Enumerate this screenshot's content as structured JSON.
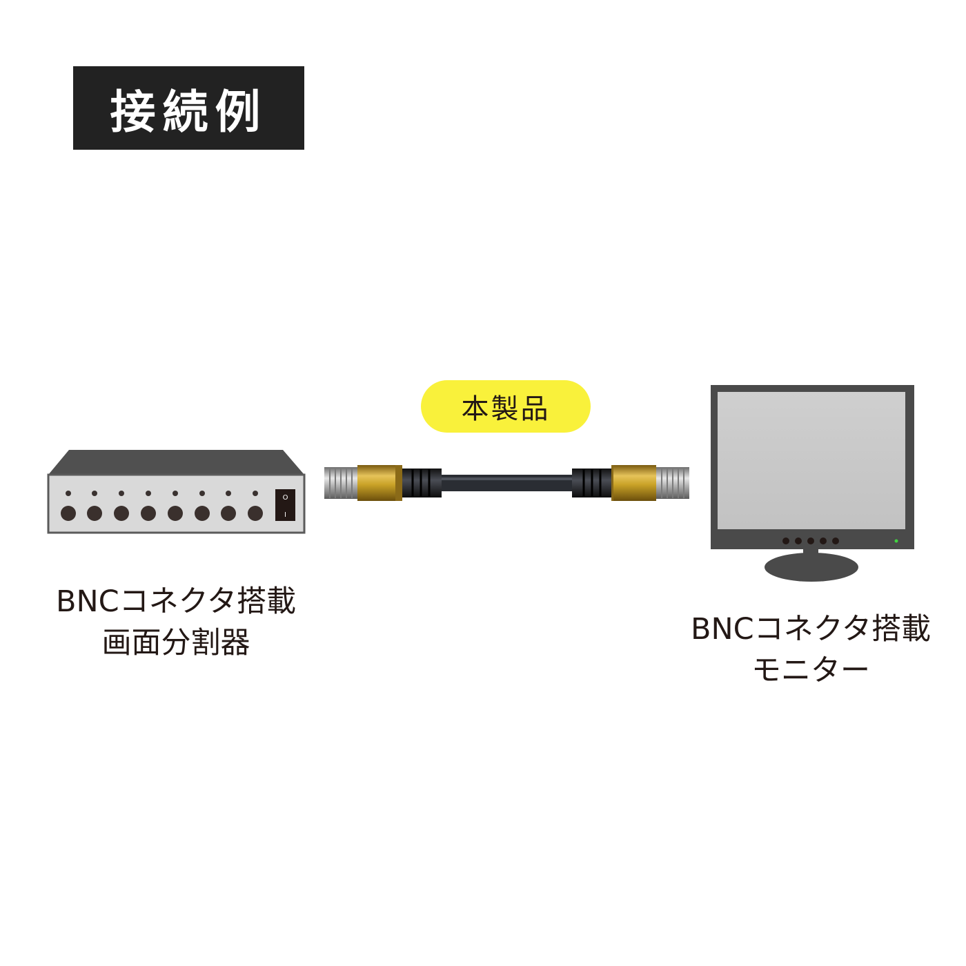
{
  "title": "接続例",
  "product_label": "本製品",
  "left_device": {
    "line1": "BNCコネクタ搭載",
    "line2": "画面分割器"
  },
  "right_device": {
    "line1": "BNCコネクタ搭載",
    "line2": "モニター"
  },
  "splitter": {
    "switch_on": "O",
    "switch_off": "I"
  },
  "colors": {
    "title_bg": "#222222",
    "pill": "#f9f13b",
    "gold": "#c9a227",
    "cable": "#2a2d33",
    "monitor_frame": "#4a4a4a",
    "monitor_screen": "#c8c8c8"
  }
}
